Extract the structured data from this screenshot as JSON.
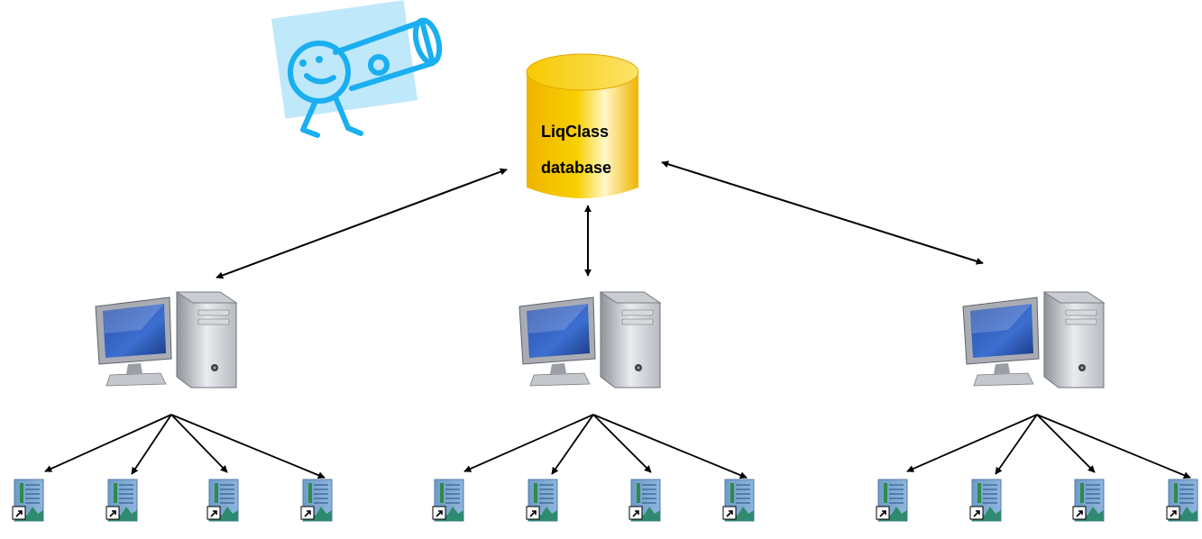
{
  "database": {
    "label_line1": "LiqClass",
    "label_line2": "database",
    "icon": "database-cylinder-icon",
    "color": "#f5c400"
  },
  "mascot": {
    "icon": "telescope-mascot-icon",
    "color": "#19aff0"
  },
  "computers": [
    {
      "icon": "desktop-computer-icon"
    },
    {
      "icon": "desktop-computer-icon"
    },
    {
      "icon": "desktop-computer-icon"
    }
  ],
  "files_per_computer": 4,
  "file_icon": "file-shortcut-icon",
  "arrow_color": "#000000"
}
